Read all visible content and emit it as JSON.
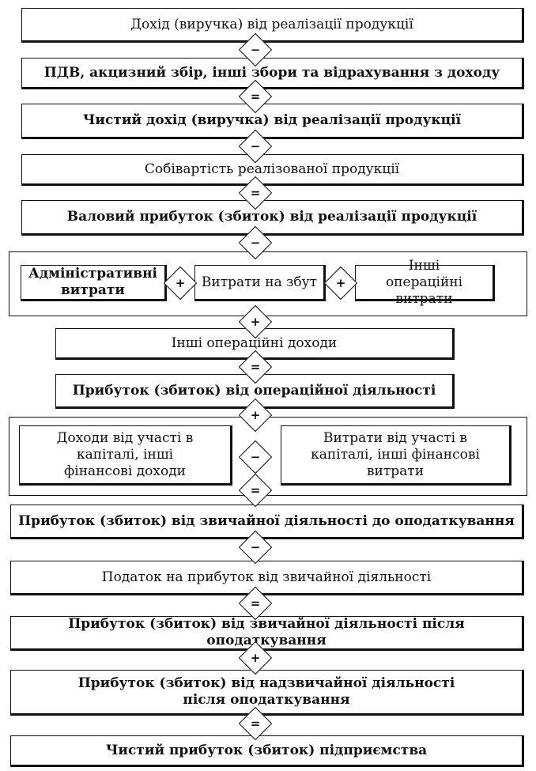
{
  "rows": {
    "revenue": "Дохід (виручка) від реалізації продукції",
    "vat": "ПДВ, акцизний збір, інші збори та відрахування з доходу",
    "net_revenue": "Чистий дохід (виручка) від реалізації продукції",
    "cost_of_sales": "Собівартість реалізованої продукції",
    "gross_profit": "Валовий прибуток (збиток) від реалізації продукції",
    "admin_expenses": "Адміністративні витрати",
    "selling_expenses": "Витрати на збут",
    "other_operating_expenses": "Інші операційні витрати",
    "other_operating_income": "Інші операційні доходи",
    "operating_profit": "Прибуток (збиток) від операційної діяльності",
    "financial_income": "Доходи від участі в капіталі, інші фінансові доходи",
    "financial_expenses": "Витрати від участі в капіталі, інші фінансові витрати",
    "ordinary_profit_before_tax": "Прибуток (збиток) від звичайної діяльності до оподаткування",
    "income_tax": "Податок на прибуток від звичайної діяльності",
    "ordinary_profit_after_tax": "Прибуток (збиток) від звичайної діяльності після оподаткування",
    "extraordinary_profit": "Прибуток (збиток) від надзвичайної діяльності після оподаткування",
    "net_profit": "Чистий прибуток (збиток) підприємства"
  },
  "operators": {
    "o1": "−",
    "o2": "=",
    "o3": "−",
    "o4": "=",
    "o5": "−",
    "o6": "+",
    "o7": "+",
    "o8": "+",
    "o9": "=",
    "o10": "+",
    "o11": "−",
    "o12": "=",
    "o13": "−",
    "o14": "=",
    "o15": "+",
    "o16": "="
  }
}
